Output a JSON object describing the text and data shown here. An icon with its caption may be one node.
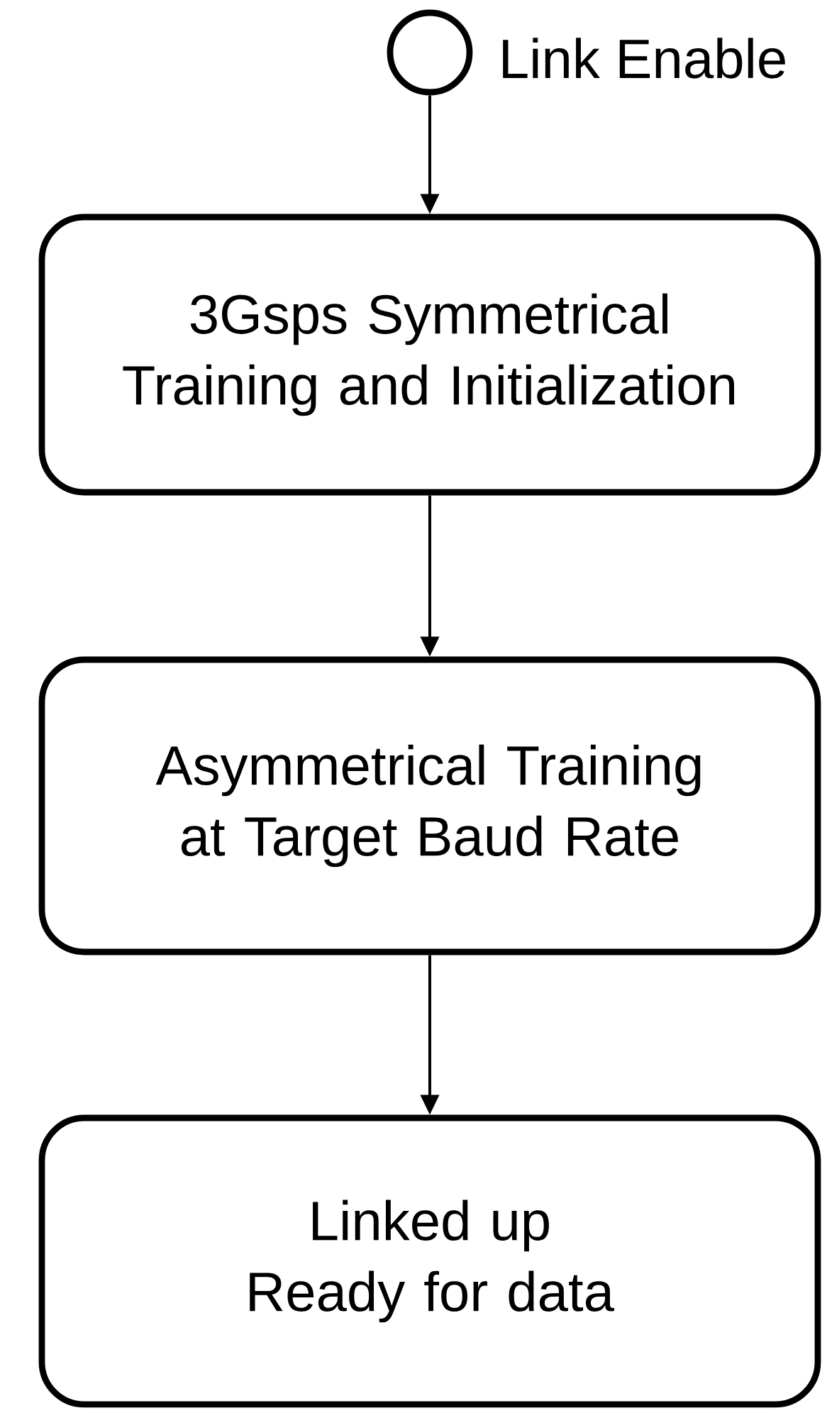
{
  "diagram": {
    "nodes": [
      {
        "text": [],
        "shape": "circle",
        "beside": [
          "Link Enable"
        ]
      },
      {
        "text": [
          "3Gsps Symmetrical Training and Initialization"
        ]
      },
      {
        "text": [
          "Asymmetrical Training at Target Baud Rate"
        ]
      },
      {
        "text": [
          "Linked up",
          "Ready for data"
        ]
      }
    ],
    "edges": [
      {
        "from": 0,
        "to": 1,
        "arrow": "to"
      },
      {
        "from": 1,
        "to": 2,
        "arrow": "to"
      },
      {
        "from": 2,
        "to": 3,
        "arrow": "to"
      }
    ]
  }
}
